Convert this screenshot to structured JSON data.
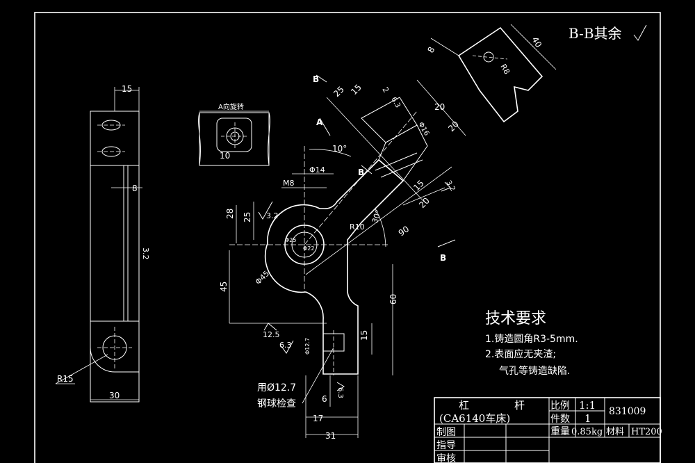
{
  "drawing": {
    "section_note": "B-B其余",
    "view_label_a": "A向旋转",
    "labels": {
      "B_top": "B",
      "A_arrow": "A",
      "B_mid": "B",
      "B_bottom": "B"
    },
    "dims_left_view": [
      "15",
      "8",
      "3.2",
      "R15",
      "30"
    ],
    "dims_view_a": [
      "10"
    ],
    "dims_main": [
      "10°",
      "M8",
      "Φ14",
      "28",
      "25",
      "3.2",
      "Φ25",
      "Φ22",
      "Φ45",
      "45",
      "12.5",
      "6.3",
      "Φ12.7",
      "6",
      "17",
      "31",
      "R10",
      "30°",
      "90",
      "60",
      "15",
      "6.3",
      "25",
      "15",
      "2",
      "6.3",
      "20",
      "20",
      "15",
      "20",
      "3.2",
      "Φ16"
    ],
    "ball_check_line1": "用Ø12.7",
    "ball_check_line2": "钢球检查",
    "dims_section": [
      "8",
      "40",
      "R8"
    ]
  },
  "tech": {
    "title": "技术要求",
    "line1": "1.铸造圆角R3-5mm.",
    "line2": "2.表面应无夹渣;",
    "line3": "气孔等铸造缺陷."
  },
  "title_block": {
    "part_name_1": "杠",
    "part_name_2": "杆",
    "machine": "(CA6140车床)",
    "scale_label": "比例",
    "scale_value": "1:1",
    "qty_label": "件数",
    "qty_value": "1",
    "drawing_no": "831009",
    "weight_label": "重量",
    "weight_value": "0.85kg",
    "material_label": "材料",
    "material_value": "HT200",
    "drawn": "制图",
    "guide": "指导",
    "review": "审核"
  }
}
